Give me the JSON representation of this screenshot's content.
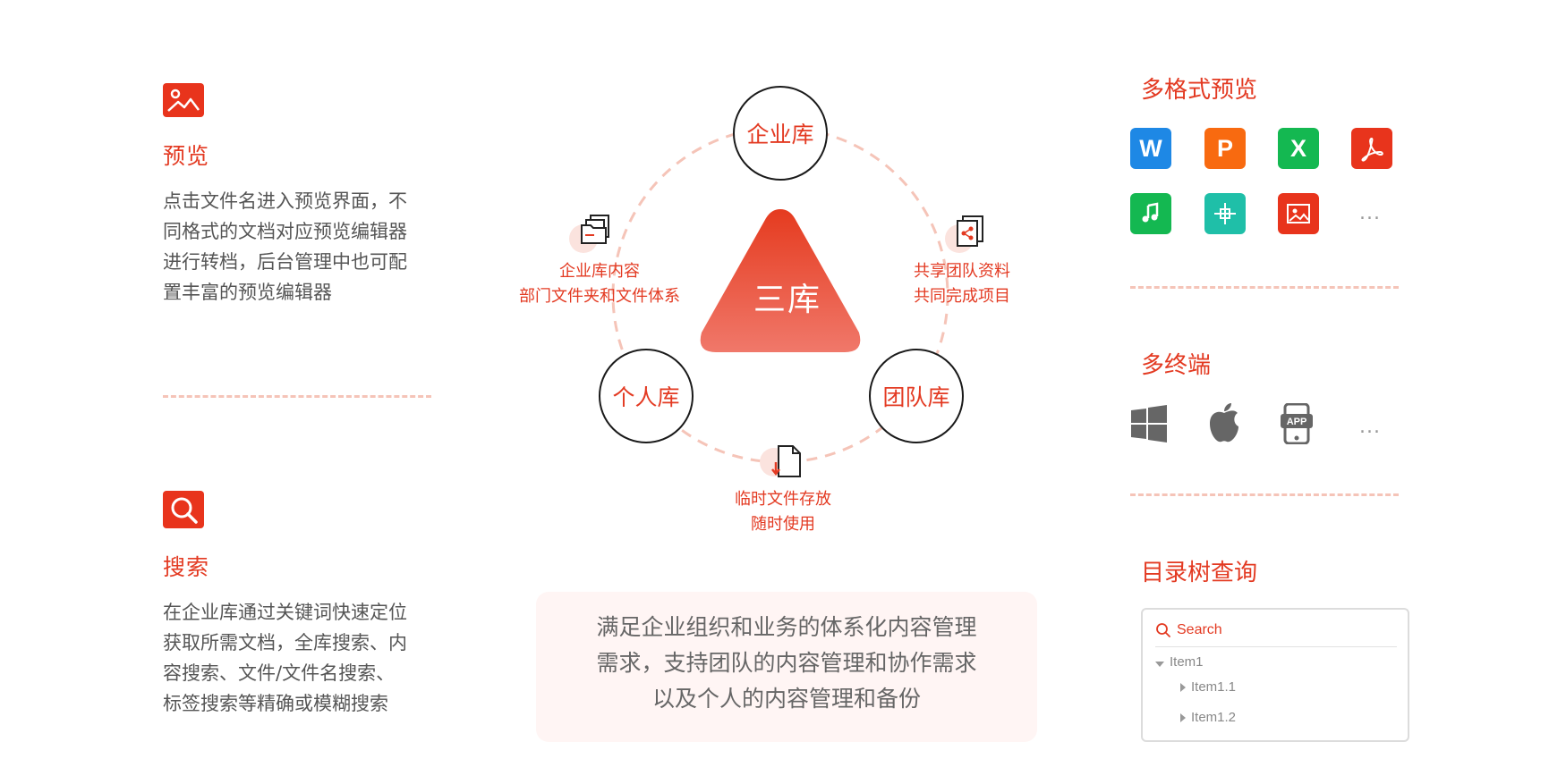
{
  "left": {
    "preview": {
      "title": "预览",
      "desc_lines": [
        "点击文件名进入预览界面，不",
        "同格式的文档对应预览编辑器",
        "进行转档，后台管理中也可配",
        "置丰富的预览编辑器"
      ],
      "icon": "image-icon"
    },
    "search": {
      "title": "搜索",
      "desc_lines": [
        "在企业库通过关键词快速定位",
        "获取所需文档，全库搜索、内",
        "容搜索、文件/文件名搜索、",
        "标签搜索等精确或模糊搜索"
      ],
      "icon": "search-icon"
    }
  },
  "center": {
    "core": "三库",
    "nodes": {
      "enterprise": "企业库",
      "personal": "个人库",
      "team": "团队库"
    },
    "edges": {
      "left": [
        "企业库内容",
        "部门文件夹和文件体系"
      ],
      "right": [
        "共享团队资料",
        "共同完成项目"
      ],
      "bottom": [
        "临时文件存放",
        "随时使用"
      ]
    },
    "summary_lines": [
      "满足企业组织和业务的体系化内容管理",
      "需求，支持团队的内容管理和协作需求",
      "以及个人的内容管理和备份"
    ]
  },
  "right": {
    "formats": {
      "title": "多格式预览",
      "icons": [
        {
          "name": "word-icon",
          "glyph": "W",
          "color": "#1e88e5"
        },
        {
          "name": "ppt-icon",
          "glyph": "P",
          "color": "#f86a10"
        },
        {
          "name": "excel-icon",
          "glyph": "X",
          "color": "#14b851"
        },
        {
          "name": "pdf-icon",
          "glyph": "",
          "color": "#e8341c"
        },
        {
          "name": "music-icon",
          "glyph": "",
          "color": "#14b851"
        },
        {
          "name": "cad-icon",
          "glyph": "",
          "color": "#1fbfa8"
        },
        {
          "name": "picture-icon",
          "glyph": "",
          "color": "#e8341c"
        }
      ],
      "more": "..."
    },
    "terminals": {
      "title": "多终端",
      "icons": [
        "windows-icon",
        "apple-icon",
        "app-icon"
      ],
      "app_label": "APP",
      "more": "..."
    },
    "tree": {
      "title": "目录树查询",
      "search_placeholder": "Search",
      "items": [
        "Item1",
        "Item1.1",
        "Item1.2"
      ]
    }
  },
  "colors": {
    "accent": "#e33a22",
    "dash": "#f5c4b8",
    "summary_bg": "#fff5f4"
  }
}
